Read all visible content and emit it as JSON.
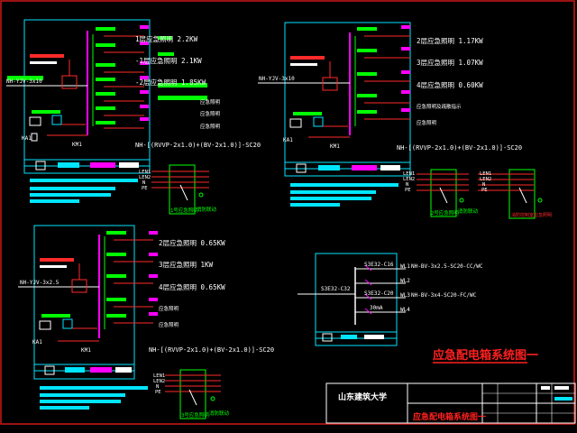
{
  "colors": {
    "background": "#000000",
    "frame": "#ff2020",
    "cyan": "#00e5ff",
    "green": "#00ff00",
    "white": "#ffffff",
    "red": "#ff2a2a",
    "magenta": "#ff00ff",
    "yellow": "#ffff00"
  },
  "panel1": {
    "circuits": [
      {
        "id": "WE1",
        "text": "1层应急照明 2.2KW"
      },
      {
        "id": "WE2",
        "text": "-1层应急照明 2.1KW"
      },
      {
        "id": "WE3",
        "text": "-2层应急照明 1.85KW"
      },
      {
        "id": "WE4",
        "text": "应急照明"
      },
      {
        "id": "WE5",
        "text": "应急照明"
      },
      {
        "id": "WE6",
        "text": "应急照明"
      }
    ],
    "incoming": "NH-YJV-3x10",
    "km": "KM1",
    "ka": "KA1",
    "cable": "NH-[(RVVP-2x1.0)+(BV-2x1.0)]-SC20",
    "control_label": "1号应急照明",
    "legend_lines": [
      "LEN1",
      "LEN2",
      "N",
      "PE"
    ],
    "remote_label": "消防联动"
  },
  "panel2": {
    "circuits": [
      {
        "id": "WE1",
        "text": "2层应急照明 1.17KW"
      },
      {
        "id": "WE2",
        "text": "3层应急照明 1.07KW"
      },
      {
        "id": "WE3",
        "text": "4层应急照明 0.60KW"
      },
      {
        "id": "WE4",
        "text": "应急照明及疏散指示"
      },
      {
        "id": "WE5",
        "text": "应急照明"
      }
    ],
    "incoming": "NH-YJV-3x10",
    "km": "KM1",
    "ka": "KA1",
    "cable": "NH-[(RVVP-2x1.0)+(BV-2x1.0)]-SC20",
    "control_label": "2号应急照明",
    "legend_lines": [
      "LEN1",
      "LEN2",
      "N",
      "PE"
    ],
    "remote_label": "消防联动",
    "extra_label": "消防控制室应急照明"
  },
  "panel3": {
    "circuits": [
      {
        "id": "WE1",
        "text": "2层应急照明 0.65KW"
      },
      {
        "id": "WE2",
        "text": "3层应急照明 1KW"
      },
      {
        "id": "WE3",
        "text": "4层应急照明 0.65KW"
      },
      {
        "id": "WE4",
        "text": "应急照明"
      },
      {
        "id": "WE5",
        "text": "应急照明"
      }
    ],
    "incoming": "NH-YJV-3x2.5",
    "km": "KM1",
    "ka": "KA1",
    "cable": "NH-[(RVVP-2x1.0)+(BV-2x1.0)]-SC20",
    "control_label": "3号应急照明",
    "legend_lines": [
      "LEN1",
      "LEN2",
      "N",
      "PE"
    ],
    "remote_label": "消防联动"
  },
  "panel4": {
    "main_breaker": "S3E32-C32",
    "circuits": [
      {
        "id": "WL1",
        "breaker": "S3E32-C16",
        "text": "NH-BV-3x2.5-SC20-CC/WC"
      },
      {
        "id": "WL2",
        "breaker": "",
        "text": ""
      },
      {
        "id": "WL3",
        "breaker": "S3E32-C20",
        "text": "NH-BV-3x4-SC20-FC/WC"
      },
      {
        "id": "WL4",
        "breaker": "",
        "text": ""
      }
    ],
    "rcd": "30mA"
  },
  "title": {
    "main": "应急配电箱系统图一",
    "school": "山东建筑大学",
    "drawing": "应急配电箱系统图一"
  }
}
